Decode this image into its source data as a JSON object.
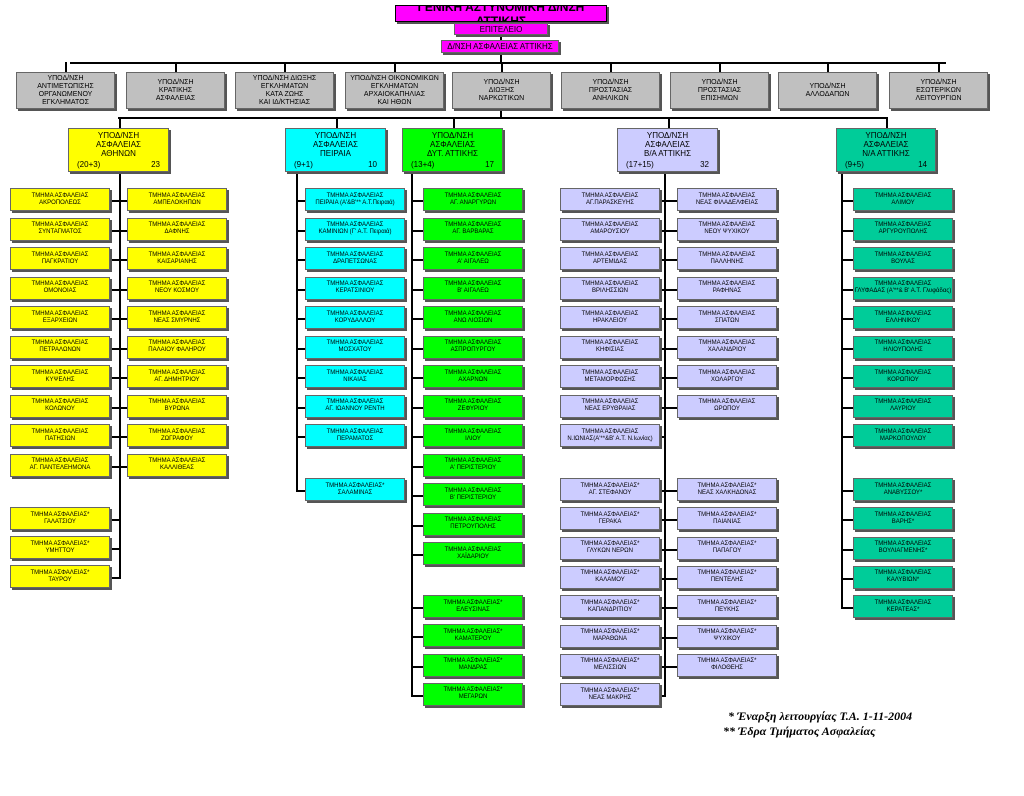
{
  "hq": {
    "title": "ΓΕΝΙΚΗ ΑΣΤΥΝΟΜΙΚΗ Δ/ΝΣΗ ΑΤΤΙΚΗΣ",
    "staff": "ΕΠΙΤΕΛΕΙΟ",
    "security_directorate": "Δ/ΝΣΗ ΑΣΦΑΛΕΙΑΣ ΑΤΤΙΚΗΣ"
  },
  "subdirectorates": [
    "ΥΠΟΔ/ΝΣΗ\nΑΝΤΙΜΕΤΩΠΙΣΗΣ\nΟΡΓΑΝΩΜΕΝΟΥ\nΕΓΚΛΗΜΑΤΟΣ",
    "ΥΠΟΔ/ΝΣΗ\nΚΡΑΤΙΚΗΣ\nΑΣΦΑΛΕΙΑΣ",
    "ΥΠΟΔ/ΝΣΗ ΔΙΩΞΗΣ\nΕΓΚΛΗΜΑΤΩΝ\nΚΑΤΑ ΖΩΗΣ\nΚΑΙ ΙΔ/ΚΤΗΣΙΑΣ",
    "ΥΠΟΔ/ΝΣΗ ΟΙΚΟΝΟΜΙΚΩΝ\nΕΓΚΛΗΜΑΤΩΝ\nΑΡΧΑΙΟΚΑΠΗΛΙΑΣ\nΚΑΙ ΗΘΩΝ",
    "ΥΠΟΔ/ΝΣΗ\nΔΙΩΞΗΣ\nΝΑΡΚΩΤΙΚΩΝ",
    "ΥΠΟΔ/ΝΣΗ\nΠΡΟΣΤΑΣΙΑΣ\nΑΝΗΛΙΚΩΝ",
    "ΥΠΟΔ/ΝΣΗ\nΠΡΟΣΤΑΣΙΑΣ\nΕΠΙΣΗΜΩΝ",
    "ΥΠΟΔ/ΝΣΗ\nΑΛΛΟΔΑΠΩΝ",
    "ΥΠΟΔ/ΝΣΗ\nΕΣΩΤΕΡΙΚΩΝ\nΛΕΙΤΟΥΡΓΙΩΝ"
  ],
  "regional": [
    {
      "title": "ΥΠΟΔ/ΝΣΗ\nΑΣΦΑΛΕΙΑΣ\nΑΘΗΝΩΝ",
      "count_detail": "(20+3)",
      "count": "23",
      "color": "#ffff00"
    },
    {
      "title": "ΥΠΟΔ/ΝΣΗ\nΑΣΦΑΛΕΙΑΣ\nΠΕΙΡΑΙΑ",
      "count_detail": "(9+1)",
      "count": "10",
      "color": "#00ffff"
    },
    {
      "title": "ΥΠΟΔ/ΝΣΗ\nΑΣΦΑΛΕΙΑΣ\nΔΥΤ. ΑΤΤΙΚΗΣ",
      "count_detail": "(13+4)",
      "count": "17",
      "color": "#00ff00"
    },
    {
      "title": "ΥΠΟΔ/ΝΣΗ\nΑΣΦΑΛΕΙΑΣ\nΒ/Α ΑΤΤΙΚΗΣ",
      "count_detail": "(17+15)",
      "count": "32",
      "color": "#ccccff"
    },
    {
      "title": "ΥΠΟΔ/ΝΣΗ\nΑΣΦΑΛΕΙΑΣ\nΝ/Α ΑΤΤΙΚΗΣ",
      "count_detail": "(9+5)",
      "count": "14",
      "color": "#00cc99"
    }
  ],
  "athens": {
    "left": [
      "ΤΜΗΜΑ ΑΣΦΑΛΕΙΑΣ\nΑΚΡΟΠΟΛΕΩΣ",
      "ΤΜΗΜΑ ΑΣΦΑΛΕΙΑΣ\nΣΥΝΤΑΓΜΑΤΟΣ",
      "ΤΜΗΜΑ ΑΣΦΑΛΕΙΑΣ\nΠΑΓΚΡΑΤΙΟΥ",
      "ΤΜΗΜΑ ΑΣΦΑΛΕΙΑΣ\nΟΜΟΝΟΙΑΣ",
      "ΤΜΗΜΑ ΑΣΦΑΛΕΙΑΣ\nΕΞΑΡΧΕΙΩΝ",
      "ΤΜΗΜΑ ΑΣΦΑΛΕΙΑΣ\nΠΕΤΡΑΛΩΝΩΝ",
      "ΤΜΗΜΑ ΑΣΦΑΛΕΙΑΣ\nΚΥΨΕΛΗΣ",
      "ΤΜΗΜΑ ΑΣΦΑΛΕΙΑΣ\nΚΟΛΩΝΟΥ",
      "ΤΜΗΜΑ ΑΣΦΑΛΕΙΑΣ\nΠΑΤΗΣΙΩΝ",
      "ΤΜΗΜΑ ΑΣΦΑΛΕΙΑΣ\nΑΓ. ΠΑΝΤΕΛΕΗΜΟΝΑ"
    ],
    "left_new": [
      "ΤΜΗΜΑ ΑΣΦΑΛΕΙΑΣ*\nΓΑΛΑΤΣΙΟΥ",
      "ΤΜΗΜΑ ΑΣΦΑΛΕΙΑΣ*\nΥΜΗΤΤΟΥ",
      "ΤΜΗΜΑ ΑΣΦΑΛΕΙΑΣ*\nΤΑΥΡΟΥ"
    ],
    "right": [
      "ΤΜΗΜΑ ΑΣΦΑΛΕΙΑΣ\nΑΜΠΕΛΟΚΗΠΩΝ",
      "ΤΜΗΜΑ ΑΣΦΑΛΕΙΑΣ\nΔΑΦΝΗΣ",
      "ΤΜΗΜΑ ΑΣΦΑΛΕΙΑΣ\nΚΑΙΣΑΡΙΑΝΗΣ",
      "ΤΜΗΜΑ ΑΣΦΑΛΕΙΑΣ\nΝΕΟΥ ΚΟΣΜΟΥ",
      "ΤΜΗΜΑ ΑΣΦΑΛΕΙΑΣ\nΝΕΑΣ ΣΜΥΡΝΗΣ",
      "ΤΜΗΜΑ ΑΣΦΑΛΕΙΑΣ\nΠΑΛΑΙΟΥ ΦΑΛΗΡΟΥ",
      "ΤΜΗΜΑ ΑΣΦΑΛΕΙΑΣ\nΑΓ. ΔΗΜΗΤΡΙΟΥ",
      "ΤΜΗΜΑ ΑΣΦΑΛΕΙΑΣ\nΒΥΡΩΝΑ",
      "ΤΜΗΜΑ ΑΣΦΑΛΕΙΑΣ\nΖΩΓΡΑΦΟΥ",
      "ΤΜΗΜΑ ΑΣΦΑΛΕΙΑΣ\nΚΑΛΛΙΘΕΑΣ"
    ]
  },
  "piraeus": {
    "units": [
      "ΤΜΗΜΑ ΑΣΦΑΛΕΙΑΣ\nΠΕΙΡΑΙΑ (Α'&Β'** Α.Τ.Πειραιά)",
      "ΤΜΗΜΑ ΑΣΦΑΛΕΙΑΣ\nΚΑΜΙΝΙΩΝ (Γ' Α.Τ. Πειραιά)",
      "ΤΜΗΜΑ ΑΣΦΑΛΕΙΑΣ\nΔΡΑΠΕΤΣΩΝΑΣ",
      "ΤΜΗΜΑ ΑΣΦΑΛΕΙΑΣ\nΚΕΡΑΤΣΙΝΙΟΥ",
      "ΤΜΗΜΑ ΑΣΦΑΛΕΙΑΣ\nΚΟΡΥΔΑΛΛΟΥ",
      "ΤΜΗΜΑ ΑΣΦΑΛΕΙΑΣ\nΜΟΣΧΑΤΟΥ",
      "ΤΜΗΜΑ ΑΣΦΑΛΕΙΑΣ\nΝΙΚΑΙΑΣ",
      "ΤΜΗΜΑ ΑΣΦΑΛΕΙΑΣ\nΑΓ. ΙΩΑΝΝΟΥ ΡΕΝΤΗ",
      "ΤΜΗΜΑ ΑΣΦΑΛΕΙΑΣ\nΠΕΡΑΜΑΤΟΣ"
    ],
    "new": [
      "ΤΜΗΜΑ ΑΣΦΑΛΕΙΑΣ*\nΣΑΛΑΜΙΝΑΣ"
    ]
  },
  "west": {
    "units": [
      "ΤΜΗΜΑ ΑΣΦΑΛΕΙΑΣ\nΑΓ. ΑΝΑΡΓΥΡΩΝ",
      "ΤΜΗΜΑ ΑΣΦΑΛΕΙΑΣ\nΑΓ. ΒΑΡΒΑΡΑΣ",
      "ΤΜΗΜΑ ΑΣΦΑΛΕΙΑΣ\nΑ' ΑΙΓΑΛΕΩ",
      "ΤΜΗΜΑ ΑΣΦΑΛΕΙΑΣ\nΒ' ΑΙΓΑΛΕΩ",
      "ΤΜΗΜΑ ΑΣΦΑΛΕΙΑΣ\nΑΝΩ ΛΙΟΣΙΩΝ",
      "ΤΜΗΜΑ ΑΣΦΑΛΕΙΑΣ\nΑΣΠΡΟΠΥΡΓΟΥ",
      "ΤΜΗΜΑ ΑΣΦΑΛΕΙΑΣ\nΑΧΑΡΝΩΝ",
      "ΤΜΗΜΑ ΑΣΦΑΛΕΙΑΣ\nΖΕΦΥΡΙΟΥ",
      "ΤΜΗΜΑ ΑΣΦΑΛΕΙΑΣ\nΙΛΙΟΥ",
      "ΤΜΗΜΑ ΑΣΦΑΛΕΙΑΣ\nΑ' ΠΕΡΙΣΤΕΡΙΟΥ",
      "ΤΜΗΜΑ ΑΣΦΑΛΕΙΑΣ\nΒ' ΠΕΡΙΣΤΕΡΙΟΥ",
      "ΤΜΗΜΑ ΑΣΦΑΛΕΙΑΣ\nΠΕΤΡΟΥΠΟΛΗΣ",
      "ΤΜΗΜΑ ΑΣΦΑΛΕΙΑΣ\nΧΑΪΔΑΡΙΟΥ"
    ],
    "new": [
      "ΤΜΗΜΑ ΑΣΦΑΛΕΙΑΣ*\nΕΛΕΥΣΙΝΑΣ",
      "ΤΜΗΜΑ ΑΣΦΑΛΕΙΑΣ*\nΚΑΜΑΤΕΡΟΥ",
      "ΤΜΗΜΑ ΑΣΦΑΛΕΙΑΣ*\nΜΑΝΔΡΑΣ",
      "ΤΜΗΜΑ ΑΣΦΑΛΕΙΑΣ*\nΜΕΓΑΡΩΝ"
    ]
  },
  "northeast": {
    "left": [
      "ΤΜΗΜΑ ΑΣΦΑΛΕΙΑΣ\nΑΓ.ΠΑΡΑΣΚΕΥΗΣ",
      "ΤΜΗΜΑ ΑΣΦΑΛΕΙΑΣ\nΑΜΑΡΟΥΣΙΟΥ",
      "ΤΜΗΜΑ ΑΣΦΑΛΕΙΑΣ\nΑΡΤΕΜΙΔΑΣ",
      "ΤΜΗΜΑ ΑΣΦΑΛΕΙΑΣ\nΒΡΙΛΗΣΣΙΩΝ",
      "ΤΜΗΜΑ ΑΣΦΑΛΕΙΑΣ\nΗΡΑΚΛΕΙΟΥ",
      "ΤΜΗΜΑ ΑΣΦΑΛΕΙΑΣ\nΚΗΦΙΣΙΑΣ",
      "ΤΜΗΜΑ ΑΣΦΑΛΕΙΑΣ\nΜΕΤΑΜΟΡΦΩΣΗΣ",
      "ΤΜΗΜΑ ΑΣΦΑΛΕΙΑΣ\nΝΕΑΣ ΕΡΥΘΡΑΙΑΣ",
      "ΤΜΗΜΑ ΑΣΦΑΛΕΙΑΣ\nΝ.ΙΩΝΙΑΣ(Α'**&Β' Α.Τ. Ν.Ιωνίας)"
    ],
    "left_new": [
      "ΤΜΗΜΑ ΑΣΦΑΛΕΙΑΣ*\nΑΓ. ΣΤΕΦΑΝΟΥ",
      "ΤΜΗΜΑ ΑΣΦΑΛΕΙΑΣ*\nΓΕΡΑΚΑ",
      "ΤΜΗΜΑ ΑΣΦΑΛΕΙΑΣ*\nΓΛΥΚΩΝ ΝΕΡΩΝ",
      "ΤΜΗΜΑ ΑΣΦΑΛΕΙΑΣ*\nΚΑΛΑΜΟΥ",
      "ΤΜΗΜΑ ΑΣΦΑΛΕΙΑΣ*\nΚΑΠΑΝΔΡΙΤΙΟΥ",
      "ΤΜΗΜΑ ΑΣΦΑΛΕΙΑΣ*\nΜΑΡΑΘΩΝΑ",
      "ΤΜΗΜΑ ΑΣΦΑΛΕΙΑΣ*\nΜΕΛΙΣΣΙΩΝ",
      "ΤΜΗΜΑ ΑΣΦΑΛΕΙΑΣ*\nΝΕΑΣ ΜΑΚΡΗΣ"
    ],
    "right": [
      "ΤΜΗΜΑ ΑΣΦΑΛΕΙΑΣ\nΝΕΑΣ ΦΙΛΑΔΕΛΦΕΙΑΣ",
      "ΤΜΗΜΑ ΑΣΦΑΛΕΙΑΣ\nΝΕΟΥ ΨΥΧΙΚΟΥ",
      "ΤΜΗΜΑ ΑΣΦΑΛΕΙΑΣ\nΠΑΛΛΗΝΗΣ",
      "ΤΜΗΜΑ ΑΣΦΑΛΕΙΑΣ\nΡΑΦΗΝΑΣ",
      "ΤΜΗΜΑ ΑΣΦΑΛΕΙΑΣ\nΣΠΑΤΩΝ",
      "ΤΜΗΜΑ ΑΣΦΑΛΕΙΑΣ\nΧΑΛΑΝΔΡΙΟΥ",
      "ΤΜΗΜΑ ΑΣΦΑΛΕΙΑΣ\nΧΟΛΑΡΓΟΥ",
      "ΤΜΗΜΑ ΑΣΦΑΛΕΙΑΣ\nΩΡΩΠΟΥ"
    ],
    "right_new": [
      "ΤΜΗΜΑ ΑΣΦΑΛΕΙΑΣ*\nΝΕΑΣ ΧΑΛΚΗΔΟΝΑΣ",
      "ΤΜΗΜΑ ΑΣΦΑΛΕΙΑΣ*\nΠΑΙΑΝΙΑΣ",
      "ΤΜΗΜΑ ΑΣΦΑΛΕΙΑΣ*\nΠΑΠΑΓΟΥ",
      "ΤΜΗΜΑ ΑΣΦΑΛΕΙΑΣ*\nΠΕΝΤΕΛΗΣ",
      "ΤΜΗΜΑ ΑΣΦΑΛΕΙΑΣ*\nΠΕΥΚΗΣ",
      "ΤΜΗΜΑ ΑΣΦΑΛΕΙΑΣ*\nΨΥΧΙΚΟΥ",
      "ΤΜΗΜΑ ΑΣΦΑΛΕΙΑΣ*\nΦΙΛΟΘΕΗΣ"
    ]
  },
  "southeast": {
    "units": [
      "ΤΜΗΜΑ ΑΣΦΑΛΕΙΑΣ\nΑΛΙΜΟΥ",
      "ΤΜΗΜΑ ΑΣΦΑΛΕΙΑΣ\nΑΡΓΥΡΟΥΠΟΛΗΣ",
      "ΤΜΗΜΑ ΑΣΦΑΛΕΙΑΣ\nΒΟΥΛΑΣ",
      "ΤΜΗΜΑ ΑΣΦΑΛΕΙΑΣ\nΓΛΥΦΑΔΑΣ (Α'**& Β' Α.Τ. Γλυφάδας)",
      "ΤΜΗΜΑ ΑΣΦΑΛΕΙΑΣ\nΕΛΛΗΝΙΚΟΥ",
      "ΤΜΗΜΑ ΑΣΦΑΛΕΙΑΣ\nΗΛΙΟΥΠΟΛΗΣ",
      "ΤΜΗΜΑ ΑΣΦΑΛΕΙΑΣ\nΚΟΡΩΠΙΟΥ",
      "ΤΜΗΜΑ ΑΣΦΑΛΕΙΑΣ\nΛΑΥΡΙΟΥ",
      "ΤΜΗΜΑ ΑΣΦΑΛΕΙΑΣ\nΜΑΡΚΟΠΟΥΛΟΥ"
    ],
    "new": [
      "ΤΜΗΜΑ ΑΣΦΑΛΕΙΑΣ\nΑΝΑΒΥΣΣΟΥ*",
      "ΤΜΗΜΑ ΑΣΦΑΛΕΙΑΣ\nΒΑΡΗΣ*",
      "ΤΜΗΜΑ ΑΣΦΑΛΕΙΑΣ\nΒΟΥΛΙΑΓΜΕΝΗΣ*",
      "ΤΜΗΜΑ ΑΣΦΑΛΕΙΑΣ\nΚΑΛΥΒΙΩΝ*",
      "ΤΜΗΜΑ ΑΣΦΑΛΕΙΑΣ\nΚΕΡΑΤΕΑΣ*"
    ]
  },
  "notes": {
    "note1": "* Έναρξη λειτουργίας Τ.Α.  1-11-2004",
    "note2": "** Έδρα Τμήματος Ασφαλείας"
  }
}
